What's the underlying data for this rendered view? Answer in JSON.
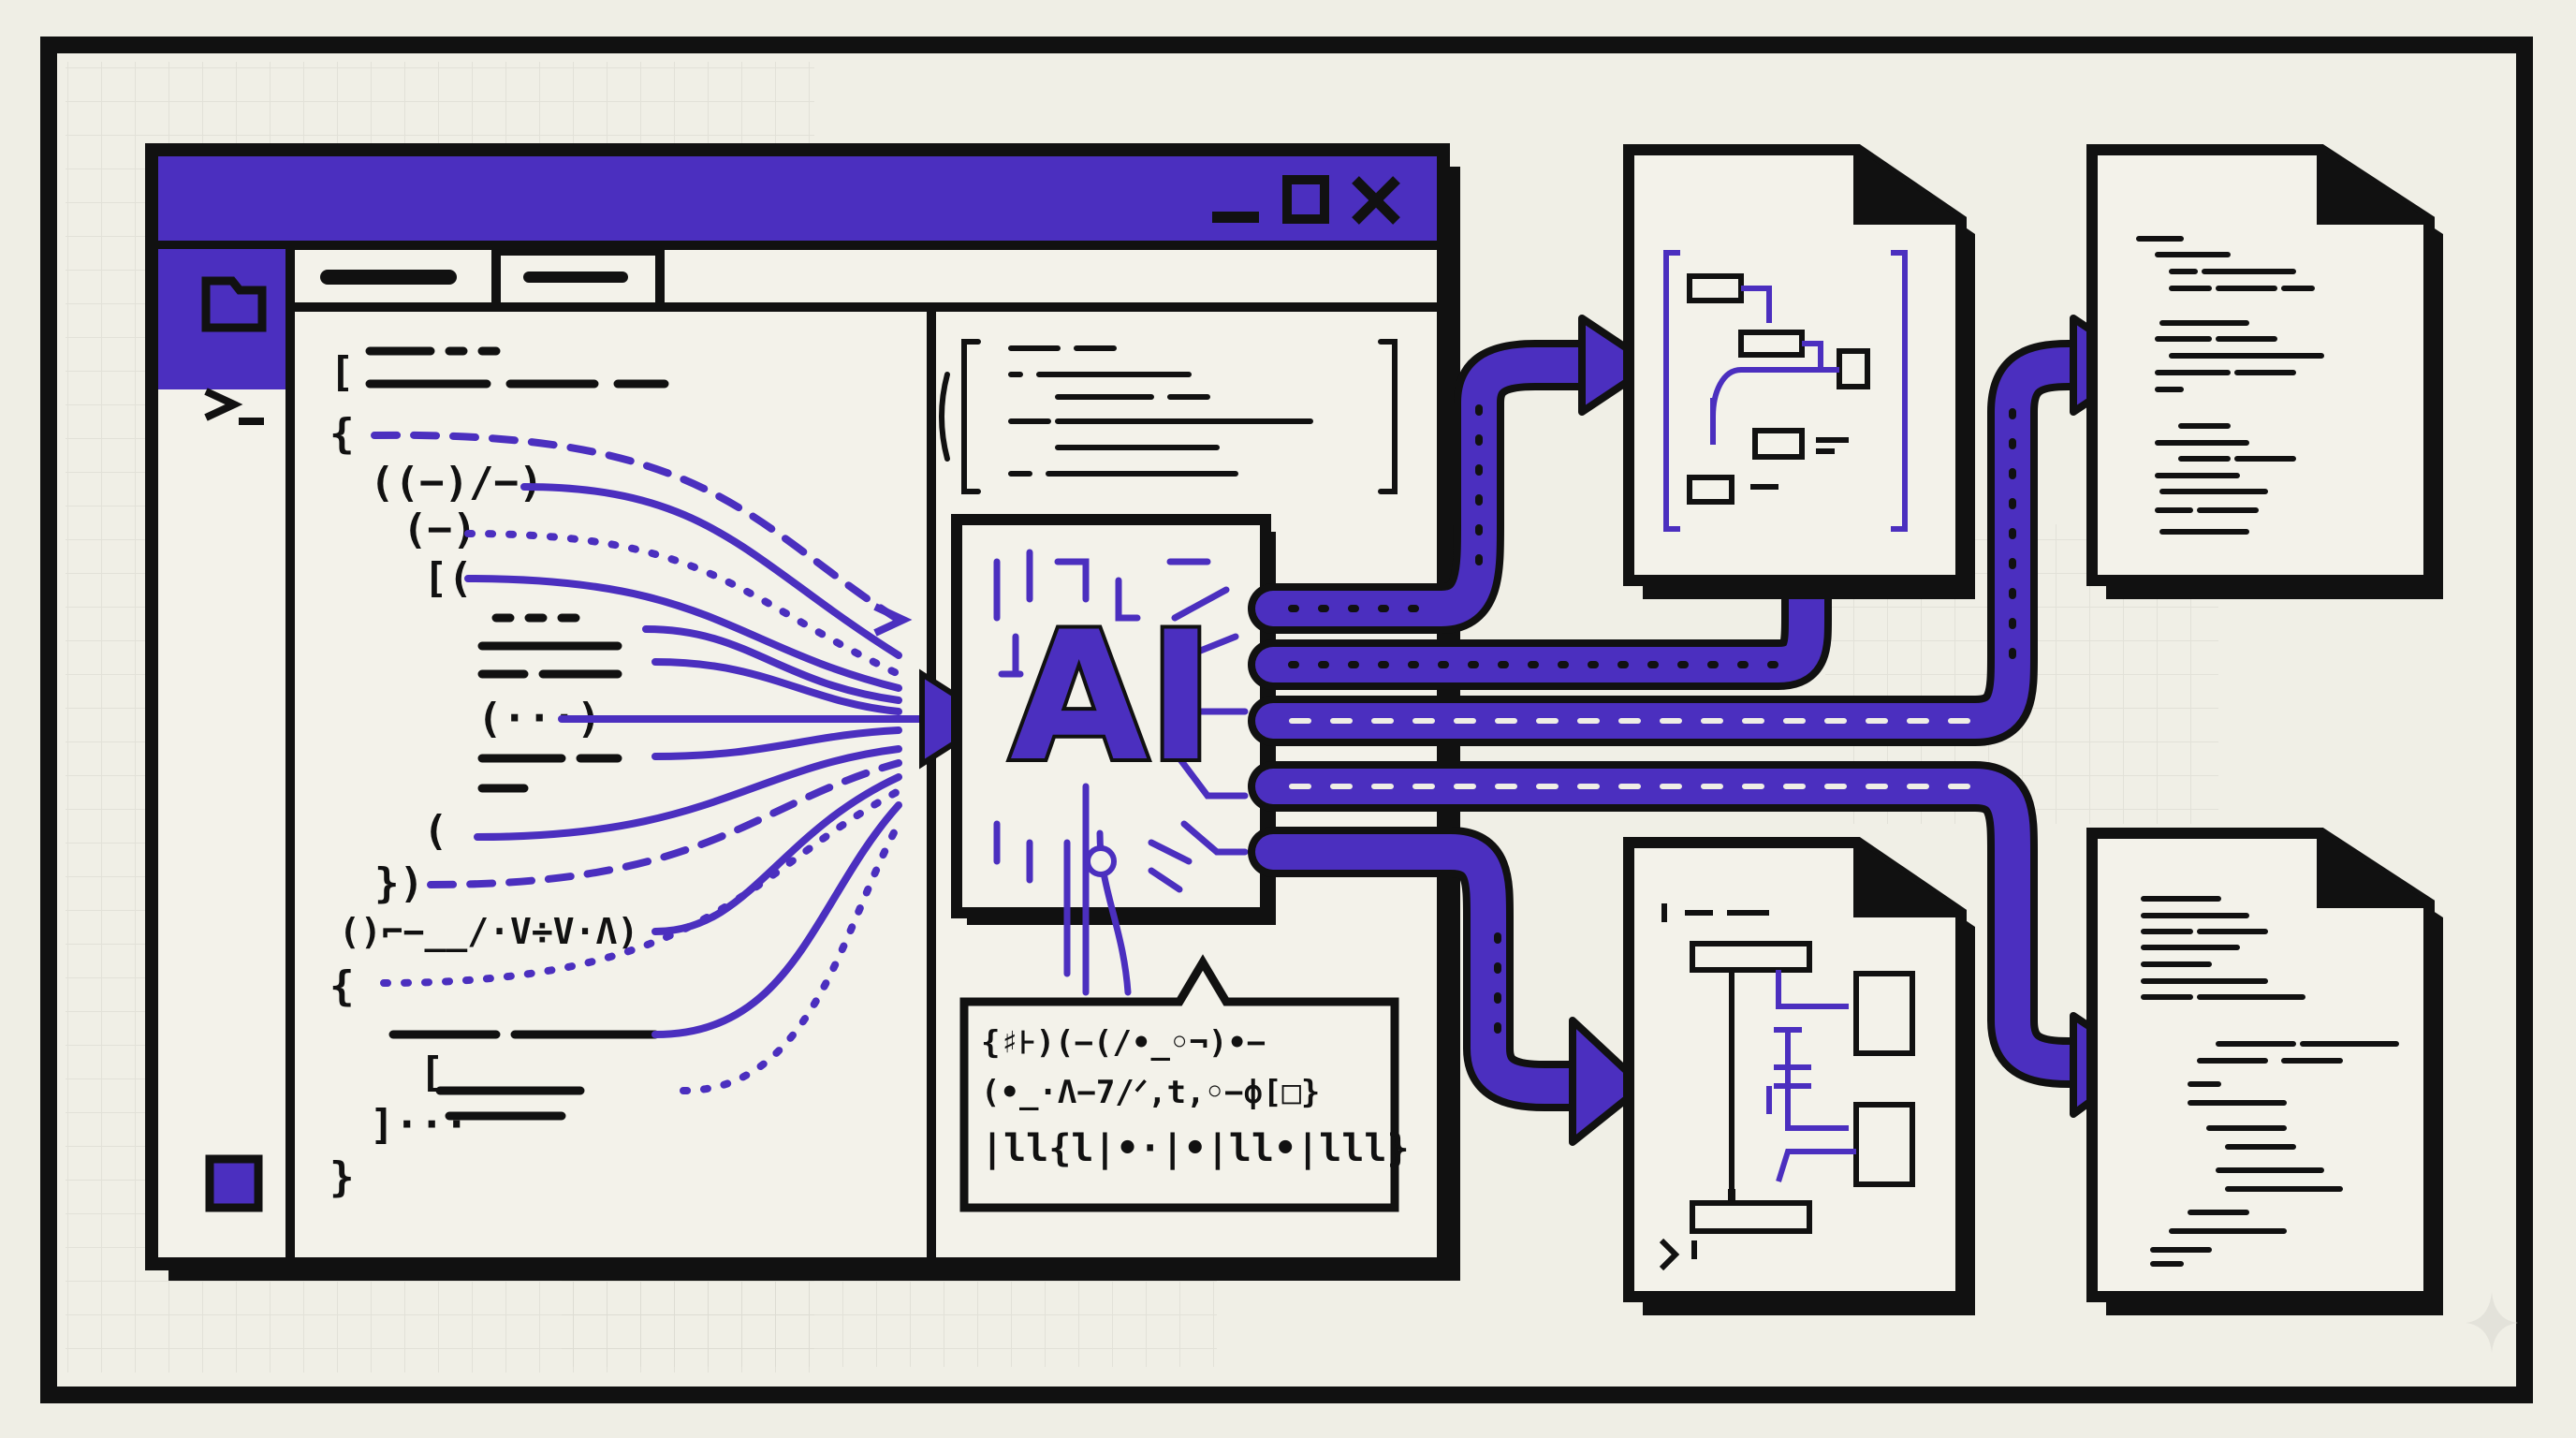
{
  "colors": {
    "background": "#efeee5",
    "paper": "#f3f2ea",
    "ink": "#111111",
    "accent": "#4b2fbf",
    "grid": "#d9d8cf"
  },
  "window": {
    "controls": [
      "_",
      "□",
      "✕"
    ],
    "sidebar_icons": [
      "folder-icon",
      "terminal-icon",
      "square-icon"
    ]
  },
  "source_code": {
    "lines": [
      "[",
      "{",
      "((−)/−)",
      "(−)",
      "[(",
      "(···)",
      "(",
      "})",
      "()⌐−__/·V÷V·Λ)",
      "{",
      "[",
      "]···",
      "}"
    ]
  },
  "ai_chip": {
    "label": "AI"
  },
  "output_panel": {
    "lines": [
      "{♯⊦)(−(/•_◦¬)•−",
      "(•_·Λ−7/ᐟ,t,◦−ф[□}",
      "|ll{l|•·|•|ll•|lll}"
    ]
  },
  "icons": [
    "folder-icon",
    "terminal-icon",
    "square-icon",
    "minimize-icon",
    "maximize-icon",
    "close-icon",
    "document-icon",
    "flowchart-icon",
    "code-icon",
    "arrow-icon"
  ]
}
